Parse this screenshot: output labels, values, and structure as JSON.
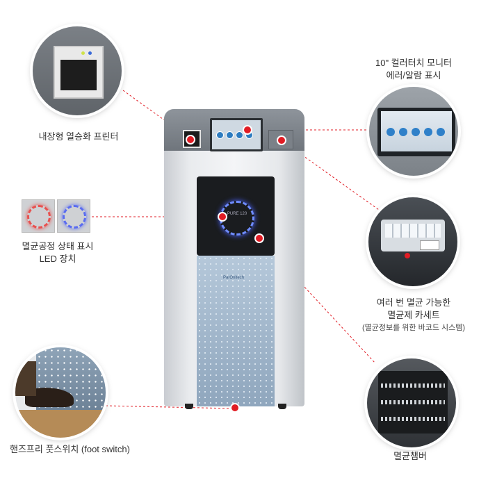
{
  "labels": {
    "printer": "내장형 열승화 프린터",
    "monitor_line1": "10\" 컬러터치 모니터",
    "monitor_line2": "에러/알람 표시",
    "led_line1": "멸균공정 상태 표시",
    "led_line2": "LED 장치",
    "cassette_line1": "여러 번 멸균 가능한",
    "cassette_line2": "멸균제 카세트",
    "cassette_line3": "(멸균정보를 위한 바코드 시스템)",
    "foot_switch": "핸즈프리 풋스위치 (foot switch)",
    "chamber": "멸균챔버"
  },
  "device": {
    "brand_text": "PURE 120",
    "logo_text": "ParOnitech"
  },
  "colors": {
    "callout_red": "#e11c24",
    "led_red": "#e8514f",
    "led_blue": "#5a6cf0"
  },
  "icons": [
    "printer-photo",
    "monitor-photo",
    "cassette-photo",
    "foot-switch-photo",
    "chamber-photo"
  ]
}
